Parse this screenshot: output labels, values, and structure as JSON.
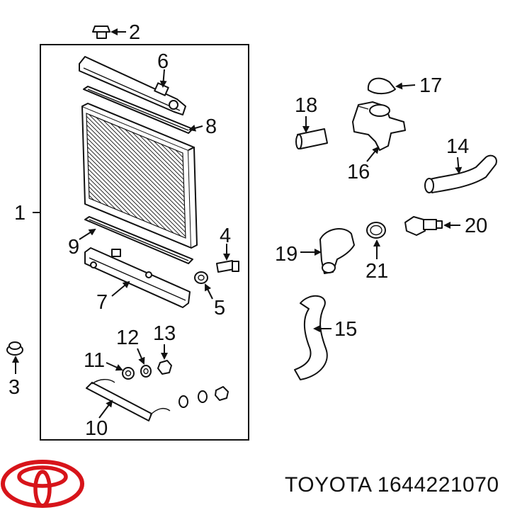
{
  "callouts": {
    "p1": "1",
    "p2": "2",
    "p3": "3",
    "p4": "4",
    "p5": "5",
    "p6": "6",
    "p7": "7",
    "p8": "8",
    "p9": "9",
    "p10": "10",
    "p11": "11",
    "p12": "12",
    "p13": "13",
    "p14": "14",
    "p15": "15",
    "p16": "16",
    "p17": "17",
    "p18": "18",
    "p19": "19",
    "p20": "20",
    "p21": "21"
  },
  "caption": {
    "brand": "TOYOTA",
    "part_number": "1644221070"
  },
  "logo": {
    "name": "toyota-logo",
    "color": "#d7141a"
  },
  "colors": {
    "ink": "#111111",
    "background": "#ffffff"
  }
}
